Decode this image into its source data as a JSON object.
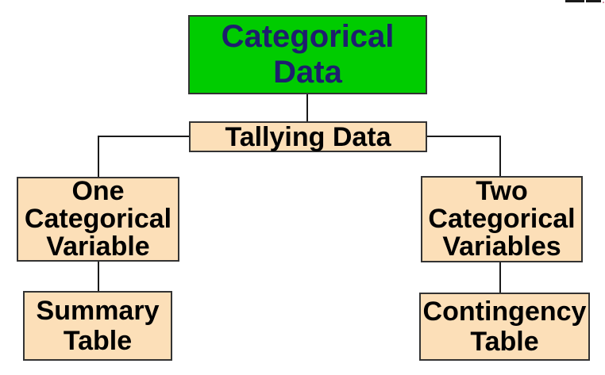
{
  "diagram": {
    "type": "flowchart",
    "description_visible_only": "tree of boxes connected by elbow lines",
    "nodes": {
      "categorical_data": {
        "lines": [
          "Categorical",
          "Data"
        ]
      },
      "tallying_data": {
        "lines": [
          "Tallying Data"
        ]
      },
      "one_categorical_variable": {
        "lines": [
          "One",
          "Categorical",
          "Variable"
        ]
      },
      "two_categorical_variables": {
        "lines": [
          "Two",
          "Categorical",
          "Variables"
        ]
      },
      "summary_table": {
        "lines": [
          "Summary",
          "Table"
        ]
      },
      "contingency_table": {
        "lines": [
          "Contingency",
          "Table"
        ]
      }
    },
    "edges": [
      {
        "from": "categorical_data",
        "to": "tallying_data"
      },
      {
        "from": "tallying_data",
        "to": "one_categorical_variable"
      },
      {
        "from": "tallying_data",
        "to": "two_categorical_variables"
      },
      {
        "from": "one_categorical_variable",
        "to": "summary_table"
      },
      {
        "from": "two_categorical_variables",
        "to": "contingency_table"
      }
    ],
    "colors": {
      "background": "#ffffff",
      "root_fill": "#00cc00",
      "root_text": "#1e1e6e",
      "child_fill": "#fcdfb8",
      "child_text": "#000000",
      "box_border": "#333333",
      "connector": "#1a1a1a"
    }
  }
}
